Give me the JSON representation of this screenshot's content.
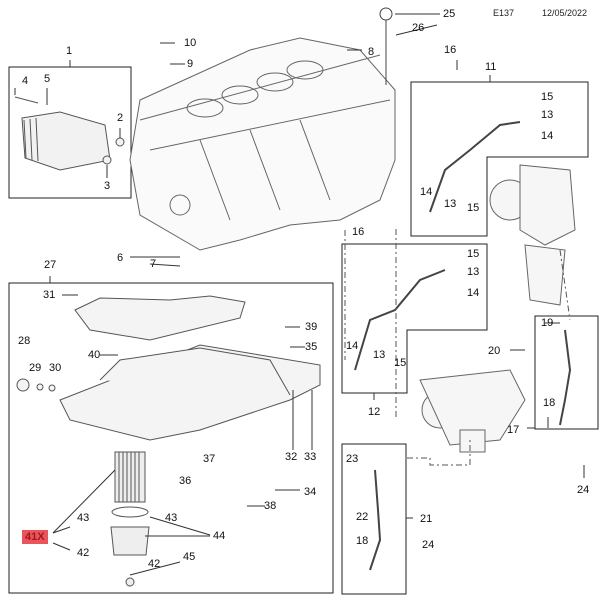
{
  "header": {
    "diagram_code": "E137",
    "date": "12/05/2022"
  },
  "callouts": [
    {
      "id": "1",
      "label": "1"
    },
    {
      "id": "2",
      "label": "2"
    },
    {
      "id": "3",
      "label": "3"
    },
    {
      "id": "4",
      "label": "4"
    },
    {
      "id": "5",
      "label": "5"
    },
    {
      "id": "6",
      "label": "6"
    },
    {
      "id": "7",
      "label": "7"
    },
    {
      "id": "8",
      "label": "8"
    },
    {
      "id": "9",
      "label": "9"
    },
    {
      "id": "10",
      "label": "10"
    },
    {
      "id": "11",
      "label": "11"
    },
    {
      "id": "12",
      "label": "12"
    },
    {
      "id": "13a",
      "label": "13"
    },
    {
      "id": "13b",
      "label": "13"
    },
    {
      "id": "13c",
      "label": "13"
    },
    {
      "id": "13d",
      "label": "13"
    },
    {
      "id": "14a",
      "label": "14"
    },
    {
      "id": "14b",
      "label": "14"
    },
    {
      "id": "14c",
      "label": "14"
    },
    {
      "id": "14d",
      "label": "14"
    },
    {
      "id": "15a",
      "label": "15"
    },
    {
      "id": "15b",
      "label": "15"
    },
    {
      "id": "15c",
      "label": "15"
    },
    {
      "id": "15d",
      "label": "15"
    },
    {
      "id": "16a",
      "label": "16"
    },
    {
      "id": "16b",
      "label": "16"
    },
    {
      "id": "17",
      "label": "17"
    },
    {
      "id": "18a",
      "label": "18"
    },
    {
      "id": "18b",
      "label": "18"
    },
    {
      "id": "19",
      "label": "19"
    },
    {
      "id": "20",
      "label": "20"
    },
    {
      "id": "21",
      "label": "21"
    },
    {
      "id": "22",
      "label": "22"
    },
    {
      "id": "23",
      "label": "23"
    },
    {
      "id": "24a",
      "label": "24"
    },
    {
      "id": "24b",
      "label": "24"
    },
    {
      "id": "25",
      "label": "25"
    },
    {
      "id": "26",
      "label": "26"
    },
    {
      "id": "27",
      "label": "27"
    },
    {
      "id": "28",
      "label": "28"
    },
    {
      "id": "29",
      "label": "29"
    },
    {
      "id": "30",
      "label": "30"
    },
    {
      "id": "31",
      "label": "31"
    },
    {
      "id": "32",
      "label": "32"
    },
    {
      "id": "33",
      "label": "33"
    },
    {
      "id": "34",
      "label": "34"
    },
    {
      "id": "35",
      "label": "35"
    },
    {
      "id": "36",
      "label": "36"
    },
    {
      "id": "37",
      "label": "37"
    },
    {
      "id": "38",
      "label": "38"
    },
    {
      "id": "39",
      "label": "39"
    },
    {
      "id": "40",
      "label": "40"
    },
    {
      "id": "42a",
      "label": "42"
    },
    {
      "id": "42b",
      "label": "42"
    },
    {
      "id": "43a",
      "label": "43"
    },
    {
      "id": "43b",
      "label": "43"
    },
    {
      "id": "44",
      "label": "44"
    },
    {
      "id": "45",
      "label": "45"
    }
  ],
  "highlight": {
    "label": "41X",
    "color": "#e8565c"
  },
  "parts": {
    "engine_block": "engine-block",
    "oil_cooler": "oil-cooler-assembly",
    "oil_pan": "oil-pan",
    "oil_filter": "oil-filter",
    "turbocharger": "turbocharger",
    "dipstick": "oil-dipstick"
  }
}
